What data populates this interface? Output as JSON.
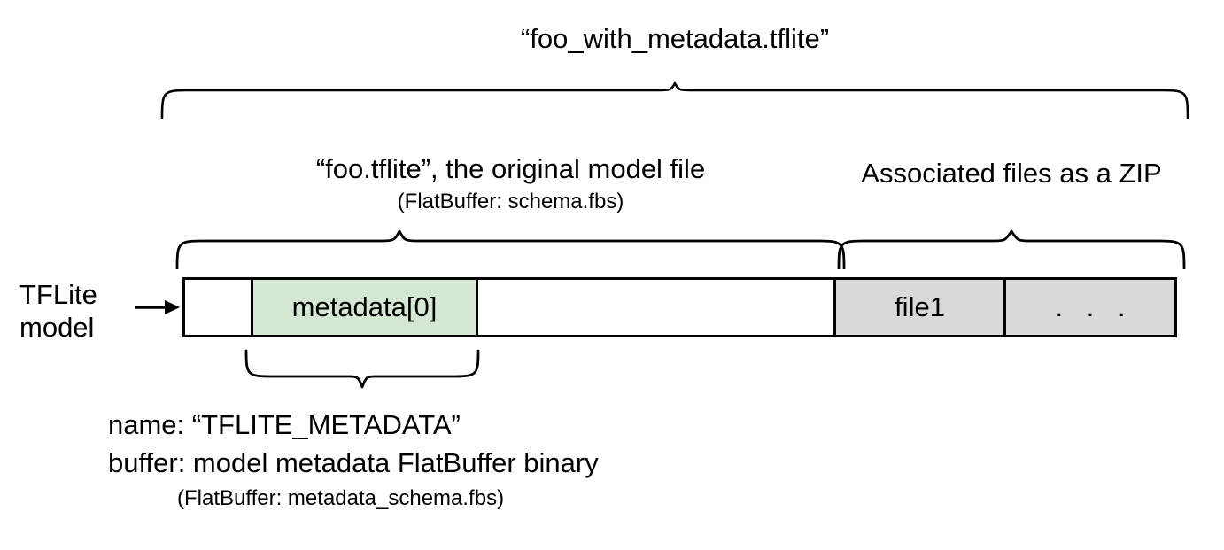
{
  "diagram": {
    "title": "“foo_with_metadata.tflite”",
    "left_axis_label": "TFLite\nmodel",
    "sections": {
      "model": {
        "label": "“foo.tflite”, the original model file",
        "sublabel": "(FlatBuffer: schema.fbs)"
      },
      "zip": {
        "label": "Associated files as a ZIP"
      }
    },
    "bar_segments": [
      {
        "name": "empty-left",
        "label": "",
        "fill": "#ffffff"
      },
      {
        "name": "metadata",
        "label": "metadata[0]",
        "fill": "#d5e8d4"
      },
      {
        "name": "empty-right",
        "label": "",
        "fill": "#ffffff"
      },
      {
        "name": "file1",
        "label": "file1",
        "fill": "#d9d9d9"
      },
      {
        "name": "more",
        "label": ". . .",
        "fill": "#d9d9d9"
      }
    ],
    "metadata_detail": {
      "name_line": "name: “TFLITE_METADATA”",
      "buffer_line": "buffer: model metadata FlatBuffer binary",
      "schema_line": "(FlatBuffer: metadata_schema.fbs)"
    },
    "colors": {
      "metadata_fill": "#d5e8d4",
      "zip_fill": "#d9d9d9",
      "stroke": "#000000",
      "background": "#ffffff"
    }
  }
}
